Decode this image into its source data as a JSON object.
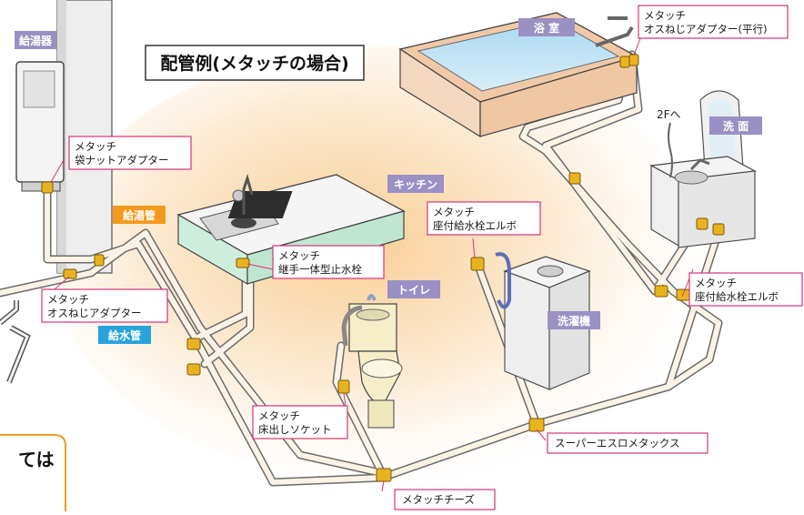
{
  "title": "配管例(メタッチの場合)",
  "areas": {
    "water_heater": "給湯器",
    "kitchen": "キッチン",
    "bath": "浴 室",
    "washbasin": "洗 面",
    "toilet": "トイレ",
    "washing_machine": "洗濯機"
  },
  "pipe_tags": {
    "hot": "給湯管",
    "cold": "給水管"
  },
  "upstairs_note": "2Fへ",
  "callouts": {
    "bag_nut": [
      "メタッチ",
      "袋ナットアダプター"
    ],
    "male_thread": [
      "メタッチ",
      "オスねじアダプター"
    ],
    "stop_valve": [
      "メタッチ",
      "継手一体型止水栓"
    ],
    "elbow_wash": [
      "メタッチ",
      "座付給水栓エルボ"
    ],
    "male_thread_parallel": [
      "メタッチ",
      "オスねじアダプター(平行)"
    ],
    "elbow_basin": [
      "メタッチ",
      "座付給水栓エルボ"
    ],
    "floor_socket": [
      "メタッチ",
      "床出しソケット"
    ],
    "tee": [
      "メタッチチーズ"
    ],
    "super_pipe": [
      "スーパーエスロメタックス"
    ]
  },
  "cut_off_text": "ては",
  "colors": {
    "area_tag": "#9b90c3",
    "hot_tag": "#f39a1e",
    "cold_tag": "#2aa3dc",
    "callout_border": "#d6337a",
    "fitting": "#e9b320",
    "floor_glow": "#f8c98a"
  }
}
